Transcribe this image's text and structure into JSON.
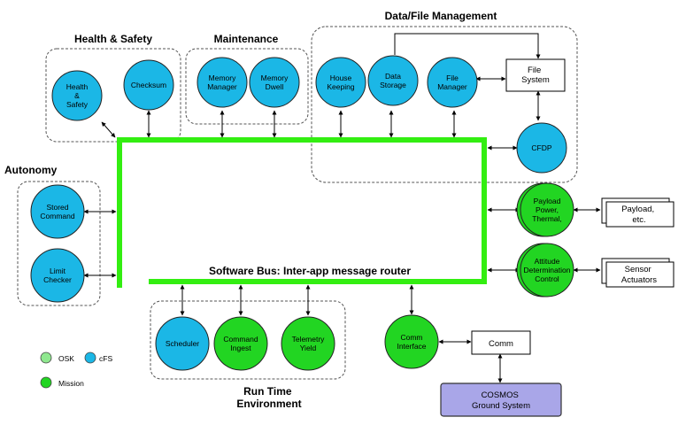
{
  "colors": {
    "cfs": "#1bb7e6",
    "mission": "#22d522",
    "osk": "#8fe88f",
    "bus": "#33ee11",
    "ground": "#a9a6e8"
  },
  "groups": {
    "health_safety": "Health & Safety",
    "maintenance": "Maintenance",
    "data_file": "Data/File Management",
    "autonomy": "Autonomy",
    "runtime": [
      "Run Time",
      "Environment"
    ]
  },
  "bus_label": "Software Bus: Inter-app message router",
  "apps": [
    {
      "id": "health-safety",
      "lines": [
        "Health",
        "&",
        "Safety"
      ],
      "kind": "cfs"
    },
    {
      "id": "checksum",
      "lines": [
        "Checksum"
      ],
      "kind": "cfs"
    },
    {
      "id": "memory-manager",
      "lines": [
        "Memory",
        "Manager"
      ],
      "kind": "cfs"
    },
    {
      "id": "memory-dwell",
      "lines": [
        "Memory",
        "Dwell"
      ],
      "kind": "cfs"
    },
    {
      "id": "house-keeping",
      "lines": [
        "House",
        "Keeping"
      ],
      "kind": "cfs"
    },
    {
      "id": "data-storage",
      "lines": [
        "Data",
        "Storage"
      ],
      "kind": "cfs"
    },
    {
      "id": "file-manager",
      "lines": [
        "File",
        "Manager"
      ],
      "kind": "cfs"
    },
    {
      "id": "cfdp",
      "lines": [
        "CFDP"
      ],
      "kind": "cfs"
    },
    {
      "id": "stored-command",
      "lines": [
        "Stored",
        "Command"
      ],
      "kind": "cfs"
    },
    {
      "id": "limit-checker",
      "lines": [
        "Limit",
        "Checker"
      ],
      "kind": "cfs"
    },
    {
      "id": "scheduler",
      "lines": [
        "Scheduler"
      ],
      "kind": "cfs"
    },
    {
      "id": "command-ingest",
      "lines": [
        "Command",
        "Ingest"
      ],
      "kind": "mission"
    },
    {
      "id": "telemetry-yield",
      "lines": [
        "Telemetry",
        "Yield"
      ],
      "kind": "mission"
    },
    {
      "id": "comm-interface",
      "lines": [
        "Comm",
        "Interface"
      ],
      "kind": "mission"
    },
    {
      "id": "payload-power-thermal",
      "lines": [
        "Payload",
        "Power,",
        "Thermal,"
      ],
      "kind": "mission"
    },
    {
      "id": "attitude-determination-control",
      "lines": [
        "Attitude",
        "Determination",
        "Control"
      ],
      "kind": "mission"
    }
  ],
  "boxes": {
    "file_system": [
      "File",
      "System"
    ],
    "payload": [
      "Payload,",
      "etc."
    ],
    "sensor": [
      "Sensor",
      "Actuators"
    ],
    "comm": [
      "Comm"
    ],
    "cosmos": [
      "COSMOS",
      "Ground System"
    ]
  },
  "legend": {
    "osk": "OSK",
    "cfs": "cFS",
    "mission": "Mission"
  }
}
